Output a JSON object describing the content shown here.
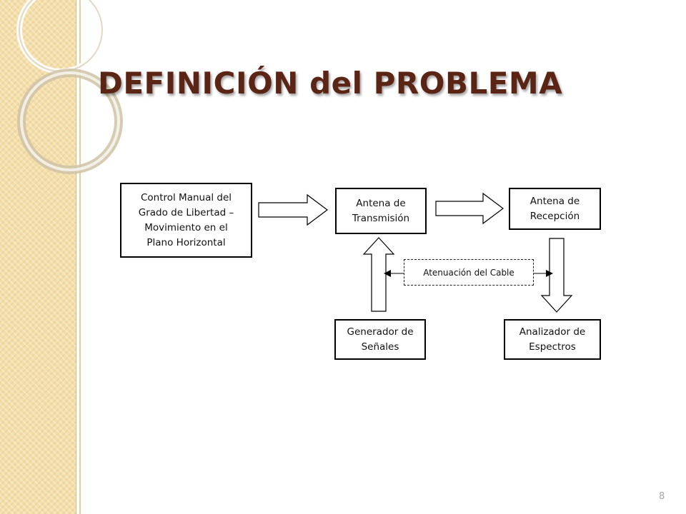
{
  "slide": {
    "title": "DEFINICIÓN del PROBLEMA",
    "page_number": "8",
    "colors": {
      "title": "#5b2515",
      "sidebar": "#f4dfaa",
      "ring": "#cfc3a6"
    }
  },
  "diagram": {
    "nodes": {
      "control": "Control Manual del\nGrado de Libertad –\nMovimiento en el\nPlano Horizontal",
      "tx_antenna": "Antena de\nTransmisión",
      "rx_antenna": "Antena de\nRecepción",
      "generator": "Generador de\nSeñales",
      "analyzer": "Analizador de\nEspectros",
      "cable": "Atenuación del Cable"
    }
  }
}
